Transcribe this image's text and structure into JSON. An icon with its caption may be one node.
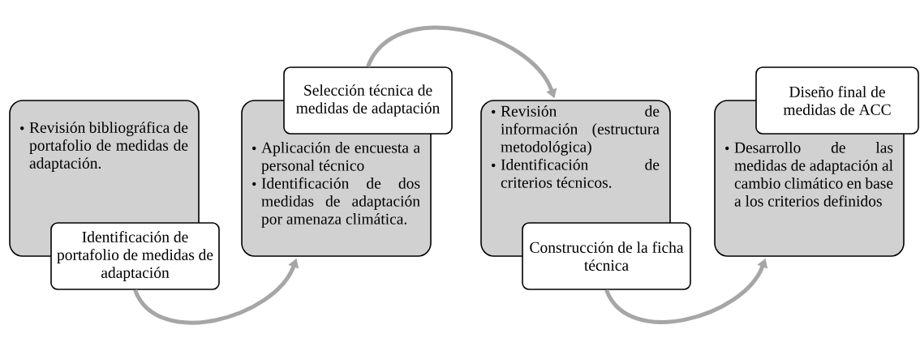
{
  "diagram": {
    "nodes": [
      {
        "text": [
          "Revisión bibliográfica de portafolio de medidas de adaptación."
        ]
      },
      {
        "text": [
          "Identificación de portafolio de medidas de adaptación"
        ]
      },
      {
        "text": [
          "Aplicación de encuesta a personal técnico",
          "Identificación de dos medidas de adaptación por amenaza climática."
        ]
      },
      {
        "text": [
          "Selección técnica de medidas de adaptación"
        ]
      },
      {
        "text": [
          "Revisión de información (estructura metodológica)",
          "Identificación de criterios técnicos."
        ]
      },
      {
        "text": [
          "Construcción de la ficha técnica"
        ]
      },
      {
        "text": [
          "Desarrollo de las medidas de adaptación al cambio climático en base a los criterios definidos"
        ]
      },
      {
        "text": [
          "Diseño final de medidas de ACC"
        ]
      }
    ],
    "edges": [
      {
        "from": 1,
        "to": 2,
        "arrow": "to"
      },
      {
        "from": 3,
        "to": 4,
        "arrow": "to"
      },
      {
        "from": 5,
        "to": 6,
        "arrow": "to"
      }
    ]
  }
}
